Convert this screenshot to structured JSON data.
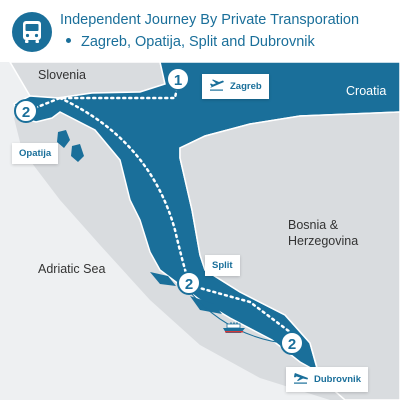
{
  "header": {
    "title": "Independent Journey By Private Transporation",
    "subtitle": "Zagreb, Opatija, Split and Dubrovnik",
    "icon": "bus-icon"
  },
  "colors": {
    "accent": "#1a6f9a",
    "croatia": "#1a6f9a",
    "land": "#d9dcdf",
    "sea": "#eef0f2",
    "border": "#ffffff"
  },
  "map": {
    "regions": {
      "slovenia": "Slovenia",
      "croatia": "Croatia",
      "bosnia_line1": "Bosnia &",
      "bosnia_line2": "Herzegovina",
      "sea": "Adriatic Sea"
    },
    "cities": {
      "zagreb": {
        "label": "Zagreb",
        "marker": "1",
        "icon": "airplane-takeoff-icon"
      },
      "opatija": {
        "label": "Opatija",
        "marker": "2"
      },
      "split": {
        "label": "Split",
        "marker": "2"
      },
      "dubrovnik": {
        "label": "Dubrovnik",
        "marker": "2",
        "icon": "airplane-landing-icon"
      }
    },
    "ferry": {
      "icon": "ferry-icon"
    }
  }
}
